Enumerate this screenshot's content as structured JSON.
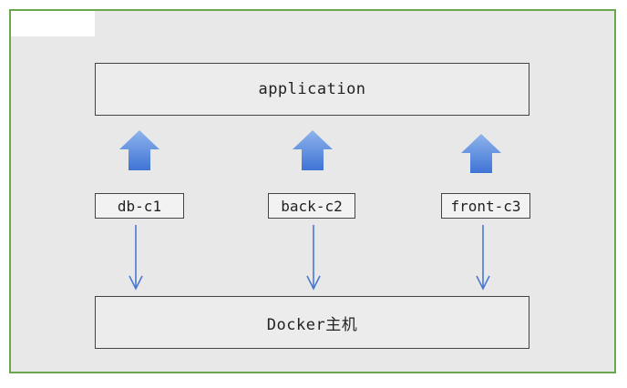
{
  "nodes": {
    "application": "application",
    "docker_host": "Docker主机",
    "containers": [
      "db-c1",
      "back-c2",
      "front-c3"
    ]
  },
  "colors": {
    "frame_border": "#6aa84f",
    "arrow_fill_top": "#8fb4ec",
    "arrow_fill_bottom": "#3f74d6",
    "thin_arrow": "#4a78d0"
  },
  "edges": [
    {
      "from": "db-c1",
      "to": "application",
      "style": "block-arrow"
    },
    {
      "from": "back-c2",
      "to": "application",
      "style": "block-arrow"
    },
    {
      "from": "front-c3",
      "to": "application",
      "style": "block-arrow"
    },
    {
      "from": "db-c1",
      "to": "Docker主机",
      "style": "line-arrow"
    },
    {
      "from": "back-c2",
      "to": "Docker主机",
      "style": "line-arrow"
    },
    {
      "from": "front-c3",
      "to": "Docker主机",
      "style": "line-arrow"
    }
  ]
}
